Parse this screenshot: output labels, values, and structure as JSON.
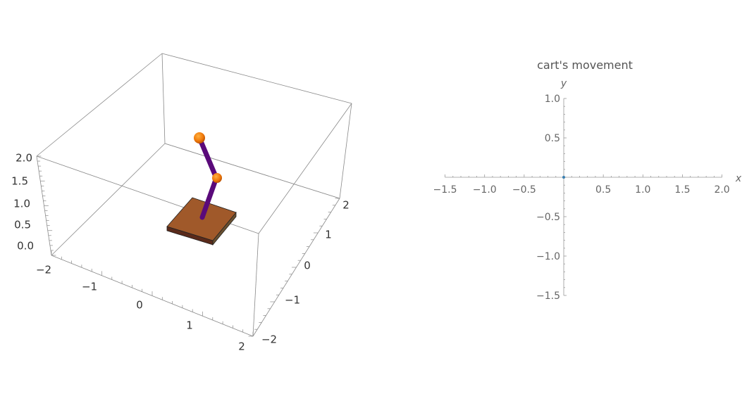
{
  "chart_data": [
    {
      "type": "scatter",
      "subtype": "3d-scene",
      "title": "",
      "x_ticks": [
        "−2",
        "−1",
        "0",
        "1",
        "2"
      ],
      "y_ticks": [
        "−2",
        "−1",
        "0",
        "1",
        "2"
      ],
      "z_ticks": [
        "0.0",
        "0.5",
        "1.0",
        "1.5",
        "2.0"
      ],
      "xlim": [
        -2,
        2
      ],
      "ylim": [
        -2,
        2
      ],
      "zlim": [
        0,
        2
      ],
      "objects": [
        {
          "name": "cart",
          "color": "#a0592a"
        },
        {
          "name": "pendulum-rod-1",
          "color": "#5a0a7a"
        },
        {
          "name": "pendulum-rod-2",
          "color": "#5a0a7a"
        },
        {
          "name": "pendulum-mass-1",
          "color": "#f07a0a"
        },
        {
          "name": "pendulum-mass-2",
          "color": "#f07a0a"
        }
      ]
    },
    {
      "type": "scatter",
      "title": "cart's movement",
      "xlabel": "x",
      "ylabel": "y",
      "xlim": [
        -1.5,
        2.0
      ],
      "ylim": [
        -1.5,
        1.0
      ],
      "x_ticks": [
        "−1.5",
        "−1.0",
        "−0.5",
        "0.5",
        "1.0",
        "1.5",
        "2.0"
      ],
      "x_tick_values": [
        -1.5,
        -1.0,
        -0.5,
        0.5,
        1.0,
        1.5,
        2.0
      ],
      "y_ticks": [
        "1.0",
        "0.5",
        "−0.5",
        "−1.0",
        "−1.5"
      ],
      "y_tick_values": [
        1.0,
        0.5,
        -0.5,
        -1.0,
        -1.5
      ],
      "points": [
        {
          "x": 0,
          "y": 0
        }
      ],
      "point_color": "#3a7fb0"
    }
  ]
}
